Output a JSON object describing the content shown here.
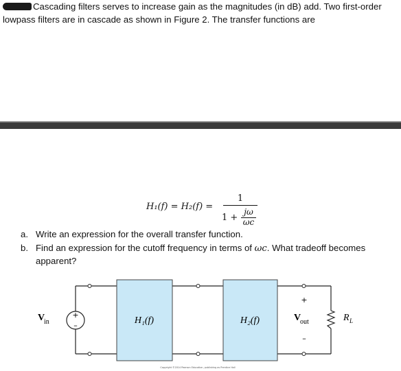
{
  "intro": {
    "text": "Cascading filters serves to increase gain as the magnitudes (in dB) add. Two first-order lowpass filters are in cascade as shown in Figure 2. The transfer functions are"
  },
  "equation": {
    "lhs": "H₁(f) = H₂(f) =",
    "numerator": "1",
    "denominator_prefix": "1 +",
    "inner_numerator": "jω",
    "inner_denominator": "ωc"
  },
  "questions": [
    {
      "label": "a.",
      "text": "Write an expression for the overall transfer function."
    },
    {
      "label": "b.",
      "text_before": "Find an expression for the cutoff frequency in terms of ",
      "symbol": "ωc",
      "text_after": ". What tradeoff becomes apparent?"
    }
  ],
  "figure": {
    "vin_label": "V",
    "vin_sub": "in",
    "block1_label": "H₁(f)",
    "block2_label": "H₂(f)",
    "vout_label": "V",
    "vout_sub": "out",
    "rl_label": "R",
    "rl_sub": "L",
    "plus_sign": "+",
    "minus_sign": "–",
    "copyright": "Copyright ©2014 Pearson Education, publishing as Prentice Hall",
    "colors": {
      "block_fill": "#c9e8f7",
      "wire": "#222222"
    }
  }
}
